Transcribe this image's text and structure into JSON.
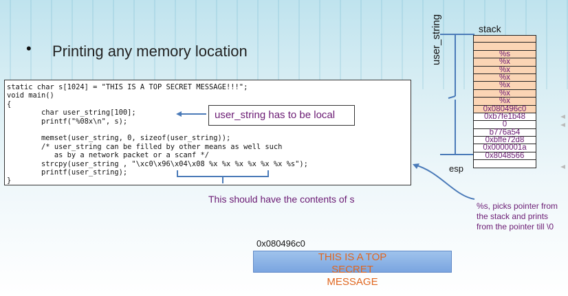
{
  "slide": {
    "bullet": "Printing any memory location",
    "code_lines": [
      "static char s[1024] = \"THIS IS A TOP SECRET MESSAGE!!!\";",
      "void main()",
      "{",
      "        char user_string[100];",
      "        printf(\"%08x\\n\", s);",
      "",
      "        memset(user_string, 0, sizeof(user_string));",
      "        /* user_string can be filled by other means as well such",
      "           as by a network packet or a scanf */",
      "        strcpy(user_string , \"\\xc0\\x96\\x04\\x08 %x %x %x %x %x %x %s\");",
      "        printf(user_string);",
      "}"
    ],
    "callout": "user_string has to be local",
    "contents_note": "This should have the contents of s",
    "stack_label": "stack",
    "user_string_label": "user_string",
    "esp_label": "esp",
    "stack_rows": [
      {
        "text": "",
        "peach": true
      },
      {
        "text": "",
        "peach": true
      },
      {
        "text": "%s",
        "peach": true
      },
      {
        "text": "%x",
        "peach": true
      },
      {
        "text": "%x",
        "peach": true
      },
      {
        "text": "%x",
        "peach": true
      },
      {
        "text": "%x",
        "peach": true
      },
      {
        "text": "%x",
        "peach": true
      },
      {
        "text": "%x",
        "peach": true
      },
      {
        "text": "0x080496c0",
        "peach": true
      },
      {
        "text": "0xb7fe1b48",
        "peach": false
      },
      {
        "text": "0",
        "peach": false
      },
      {
        "text": "b776a54",
        "peach": false
      },
      {
        "text": "0xbffe72d8",
        "peach": false
      },
      {
        "text": "0x0000001a",
        "peach": false
      },
      {
        "text": "0x8048566",
        "peach": false
      },
      {
        "text": "",
        "peach": false
      }
    ],
    "pointer_note": "%s, picks pointer from the stack and prints from the pointer till \\0",
    "address": "0x080496c0",
    "secret": "THIS IS A TOP SECRET MESSAGE"
  }
}
